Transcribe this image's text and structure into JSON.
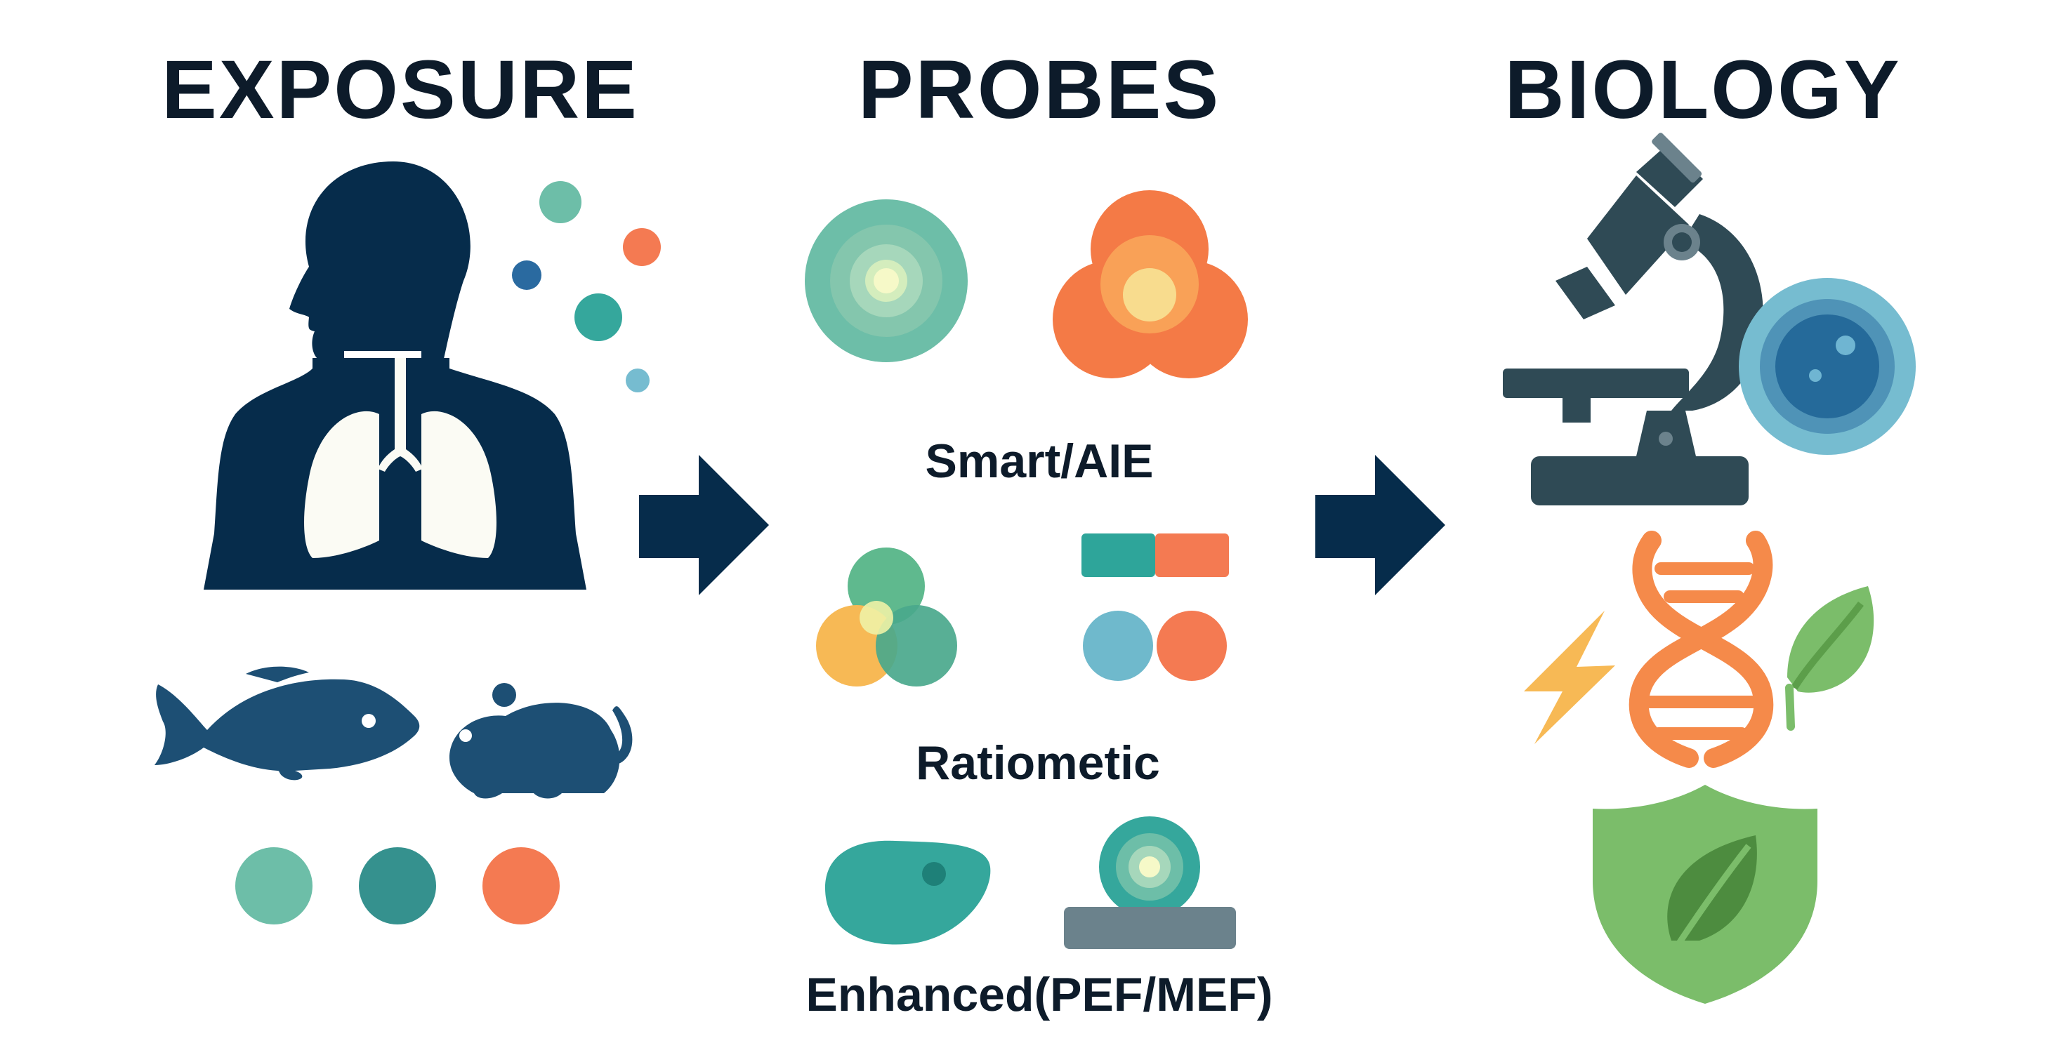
{
  "headings": {
    "exposure": "EXPOSURE",
    "probes": "PROBES",
    "biology": "BIOLOGY"
  },
  "probe_labels": {
    "smart": "Smart/AIE",
    "ratio": "Ratiometic",
    "enhanced": "Enhanced(PEF/MEF)"
  },
  "icons": {
    "exposure": [
      "human-lungs-icon",
      "particles-icon",
      "fish-icon",
      "mouse-icon",
      "sample-dots-icon"
    ],
    "probes": [
      "concentric-glow-icon",
      "overlap-circles-icon",
      "venn-three-icon",
      "ratio-bar-icon",
      "ratio-dots-icon",
      "cell-blob-icon",
      "plasmonic-substrate-icon"
    ],
    "biology": [
      "microscope-icon",
      "cell-icon",
      "lightning-icon",
      "dna-icon",
      "leaf-icon",
      "shield-leaf-icon"
    ],
    "flow": [
      "arrow-right-icon",
      "arrow-right-icon"
    ]
  },
  "colors": {
    "navy": "#062c4b",
    "dark_text": "#0d1b2a",
    "teal": "#35a79c",
    "mint": "#6dbea8",
    "orange": "#f47a52",
    "yellow": "#f7b955",
    "blue": "#2a6aa0",
    "light_blue": "#76bcd0",
    "green": "#7bbd6a",
    "slate": "#2f4a55"
  }
}
